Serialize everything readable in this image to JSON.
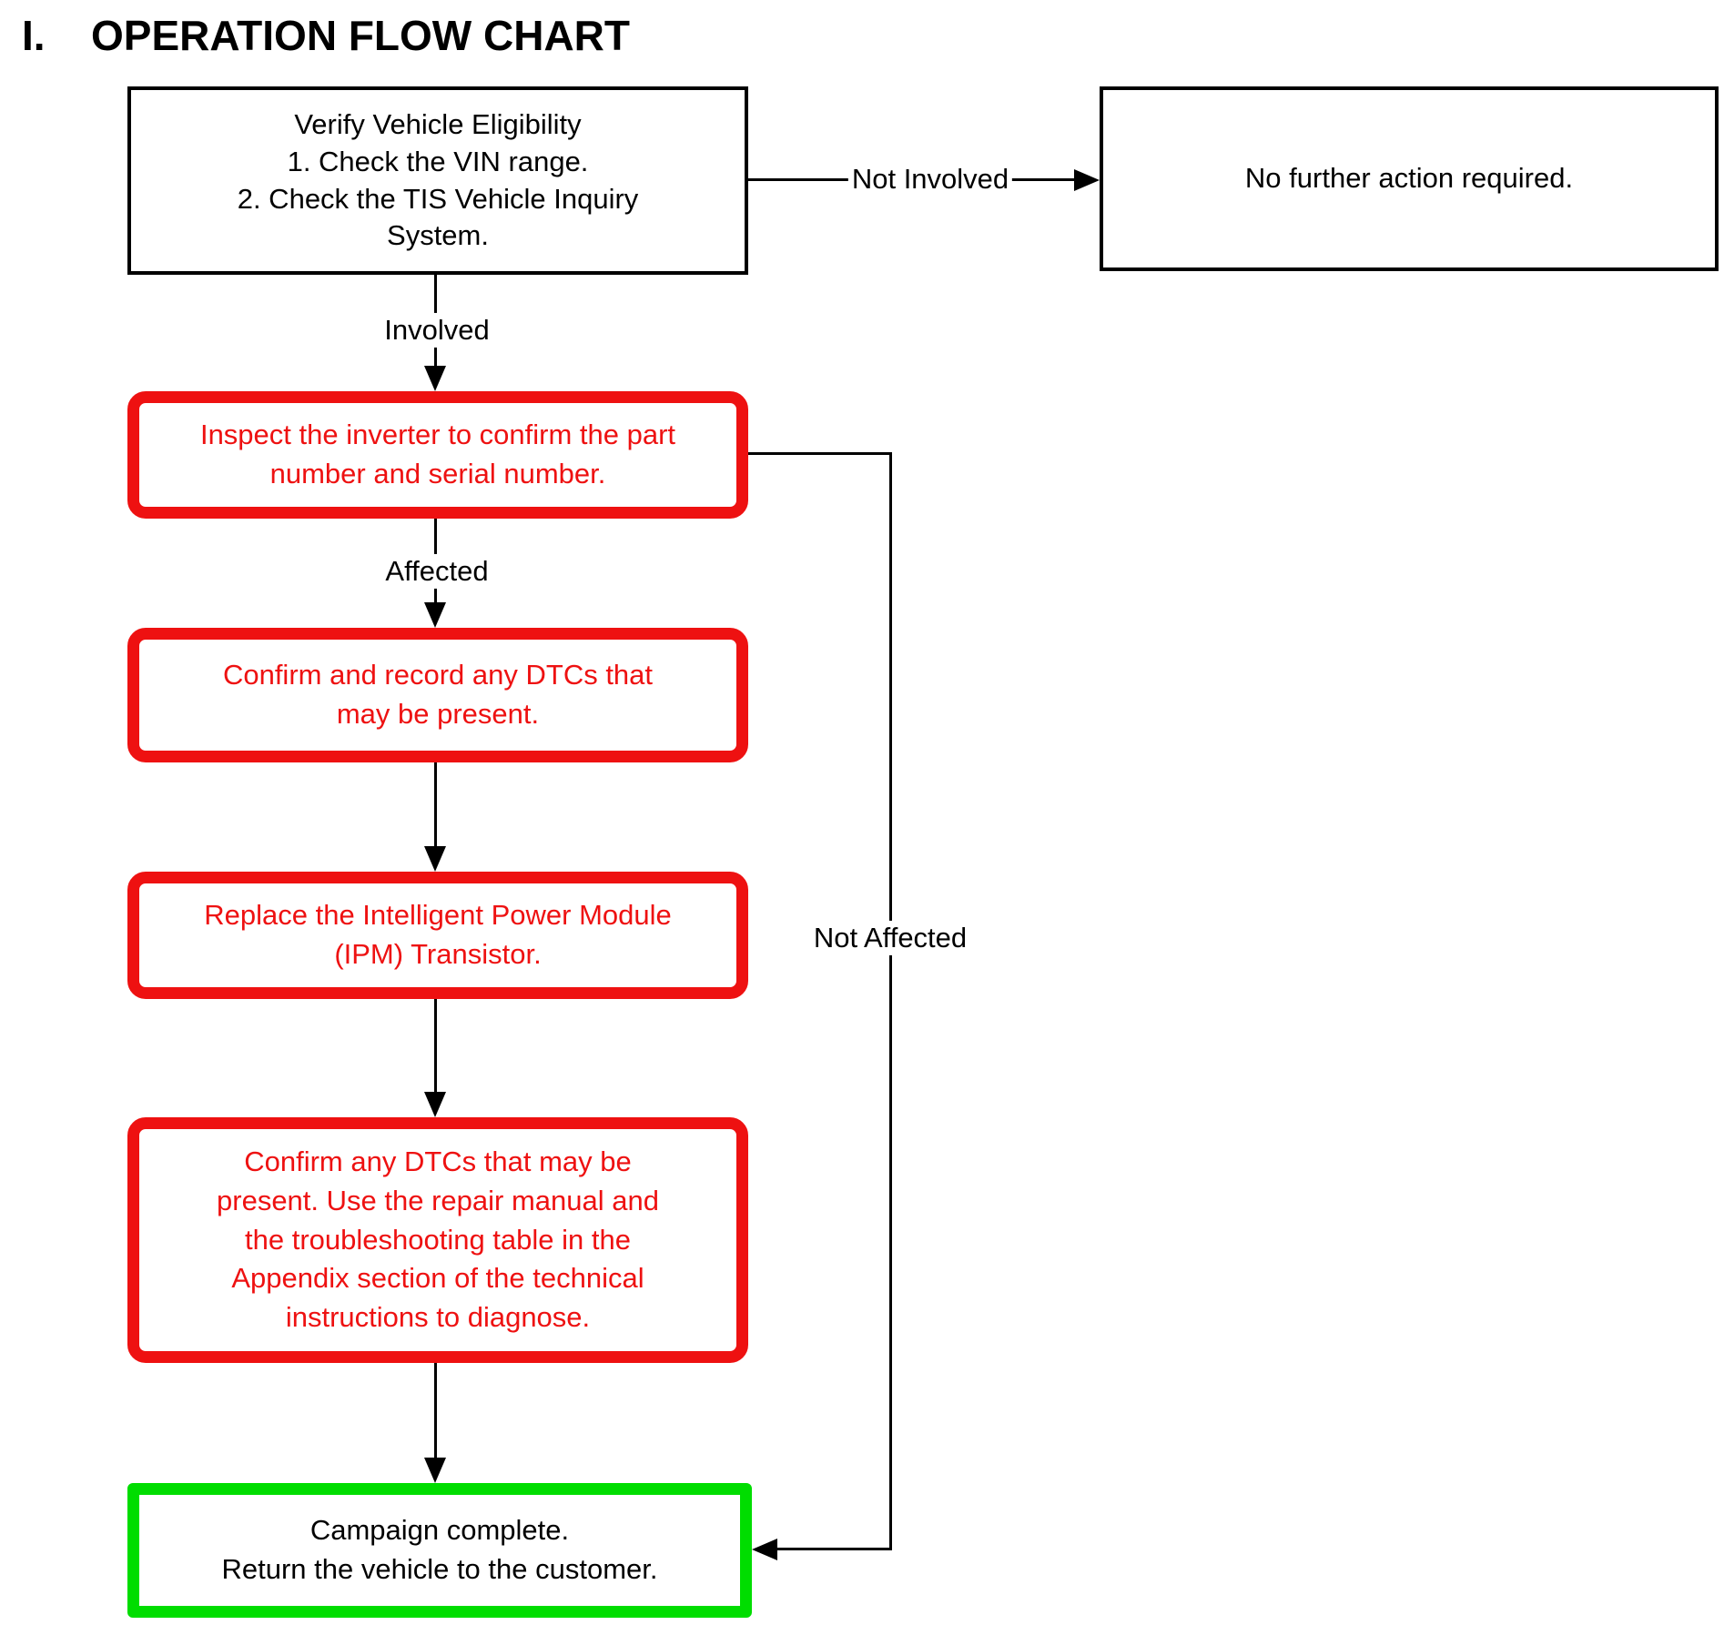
{
  "title": {
    "numeral": "I.",
    "text": "OPERATION FLOW CHART"
  },
  "colors": {
    "red": "#ee1111",
    "green": "#00dd00",
    "line": "#000000"
  },
  "nodes": {
    "verify_eligibility": {
      "text": "Verify Vehicle Eligibility\n1. Check the VIN range.\n2. Check the TIS Vehicle Inquiry\nSystem."
    },
    "no_further_action": {
      "text": "No further action required."
    },
    "inspect_inverter": {
      "text": "Inspect the inverter to confirm the part\nnumber and serial number."
    },
    "confirm_record_dtcs": {
      "text": "Confirm and record any DTCs that\nmay be present."
    },
    "replace_ipm": {
      "text": "Replace the Intelligent Power Module\n(IPM) Transistor."
    },
    "confirm_dtcs_diagnose": {
      "text": "Confirm any DTCs that may be\npresent. Use the repair manual and\nthe troubleshooting table in the\nAppendix section of the technical\ninstructions to diagnose."
    },
    "campaign_complete": {
      "text": "Campaign complete.\nReturn the vehicle to the customer."
    }
  },
  "edge_labels": {
    "not_involved": "Not Involved",
    "involved": "Involved",
    "affected": "Affected",
    "not_affected": "Not Affected"
  }
}
